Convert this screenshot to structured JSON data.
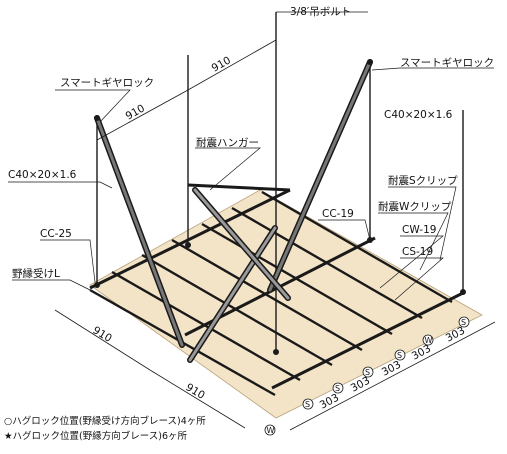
{
  "labels": {
    "bolt": "3/8′吊ボルト",
    "smart_lock_right": "スマートギヤロック",
    "smart_lock_left": "スマートギヤロック",
    "c40_right": "C40×20×1.6",
    "c40_left": "C40×20×1.6",
    "hanger": "耐震ハンガー",
    "cc19": "CC-19",
    "s_clip": "耐震Sクリップ",
    "w_clip": "耐震Wクリップ",
    "cw19": "CW-19",
    "cs19": "CS-19",
    "cc25": "CC-25",
    "nobuchi": "野縁受けL"
  },
  "dimensions": {
    "top_1": "910",
    "top_2": "910",
    "bottom_1": "910",
    "bottom_2": "910",
    "pitch": [
      "303",
      "303",
      "303",
      "303",
      "303"
    ]
  },
  "markers": {
    "s": "S",
    "w": "W"
  },
  "legend": {
    "line1": "○ハグロック位置(野縁受け方向ブレース)4ヶ所",
    "line2": "★ハグロック位置(野縁方向ブレース)6ヶ所"
  },
  "colors": {
    "panel": "#f3e4c8",
    "steel": "#1a1a1a",
    "brace": "#9a9a9a"
  }
}
